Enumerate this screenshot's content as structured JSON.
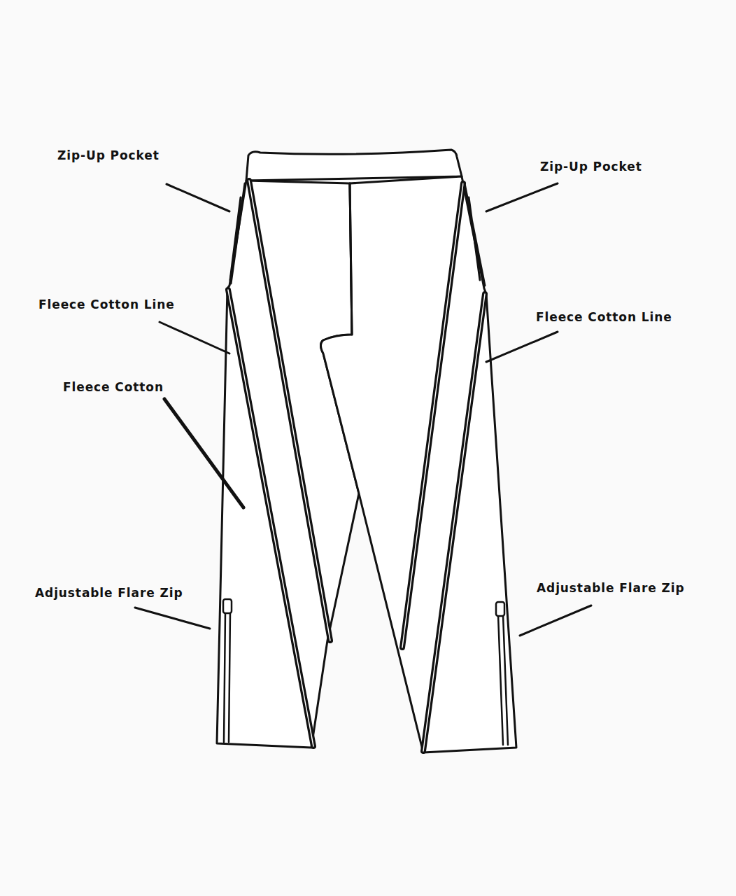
{
  "diagram": {
    "labels": [
      "Zip-Up Pocket",
      "Zip-Up Pocket",
      "Fleece Cotton Line",
      "Fleece Cotton Line",
      "Fleece Cotton",
      "Adjustable Flare Zip",
      "Adjustable Flare Zip"
    ]
  }
}
